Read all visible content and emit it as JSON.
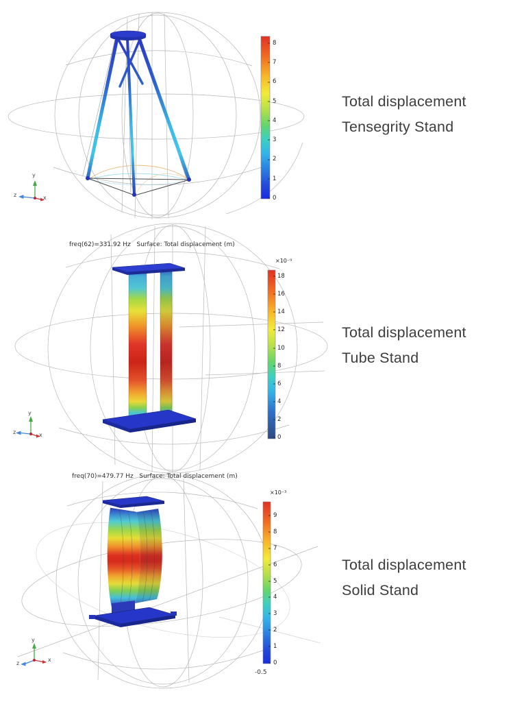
{
  "figure": {
    "background": "#ffffff",
    "description": "Three eigenfrequency simulation views of speaker stands with displacement colorbars"
  },
  "panels": [
    {
      "id": "tensegrity-stand",
      "plot_title": "",
      "colorbar": {
        "exponent": "",
        "min": 0,
        "max": 8,
        "ticks": [
          "8",
          "7",
          "6",
          "5",
          "4",
          "3",
          "2",
          "1",
          "0"
        ]
      },
      "caption": {
        "line1": "Total displacement",
        "line2": "Tensegrity Stand"
      },
      "triad": {
        "x": "x",
        "y": "y",
        "z": "z"
      }
    },
    {
      "id": "tube-stand",
      "plot_title": "freq(62)=331.92 Hz   Surface: Total displacement (m)",
      "colorbar": {
        "exponent": "×10⁻⁹",
        "min": 0,
        "max": 18,
        "ticks": [
          "18",
          "16",
          "14",
          "12",
          "10",
          "8",
          "6",
          "4",
          "2",
          "0"
        ]
      },
      "caption": {
        "line1": "Total displacement",
        "line2": "Tube Stand"
      },
      "triad": {
        "x": "x",
        "y": "y",
        "z": "z"
      }
    },
    {
      "id": "solid-stand",
      "plot_title": "freq(70)=479.77 Hz   Surface: Total displacement (m)",
      "colorbar": {
        "exponent": "×10⁻³",
        "min": 0,
        "max": 9,
        "ticks": [
          "9",
          "8",
          "7",
          "6",
          "5",
          "4",
          "3",
          "2",
          "1",
          "0"
        ],
        "below_scale_label": "-0.5"
      },
      "caption": {
        "line1": "Total displacement",
        "line2": "Solid Stand"
      },
      "triad": {
        "x": "x",
        "y": "y",
        "z": "z"
      }
    }
  ],
  "colors": {
    "caption_text": "#3d3d3d",
    "plot_title_text": "#2e2e2e",
    "axis_x": "#cc3333",
    "axis_y": "#44aa44",
    "axis_z": "#4488dd",
    "model_blue": "#2a3ac8",
    "colormap_top_to_bottom": [
      "#e03226",
      "#f06a22",
      "#f7b929",
      "#f3ea3a",
      "#b5e04a",
      "#63d46e",
      "#3fd0c0",
      "#33b4e8",
      "#2b7de0",
      "#2348d8",
      "#1c2dd0"
    ]
  }
}
